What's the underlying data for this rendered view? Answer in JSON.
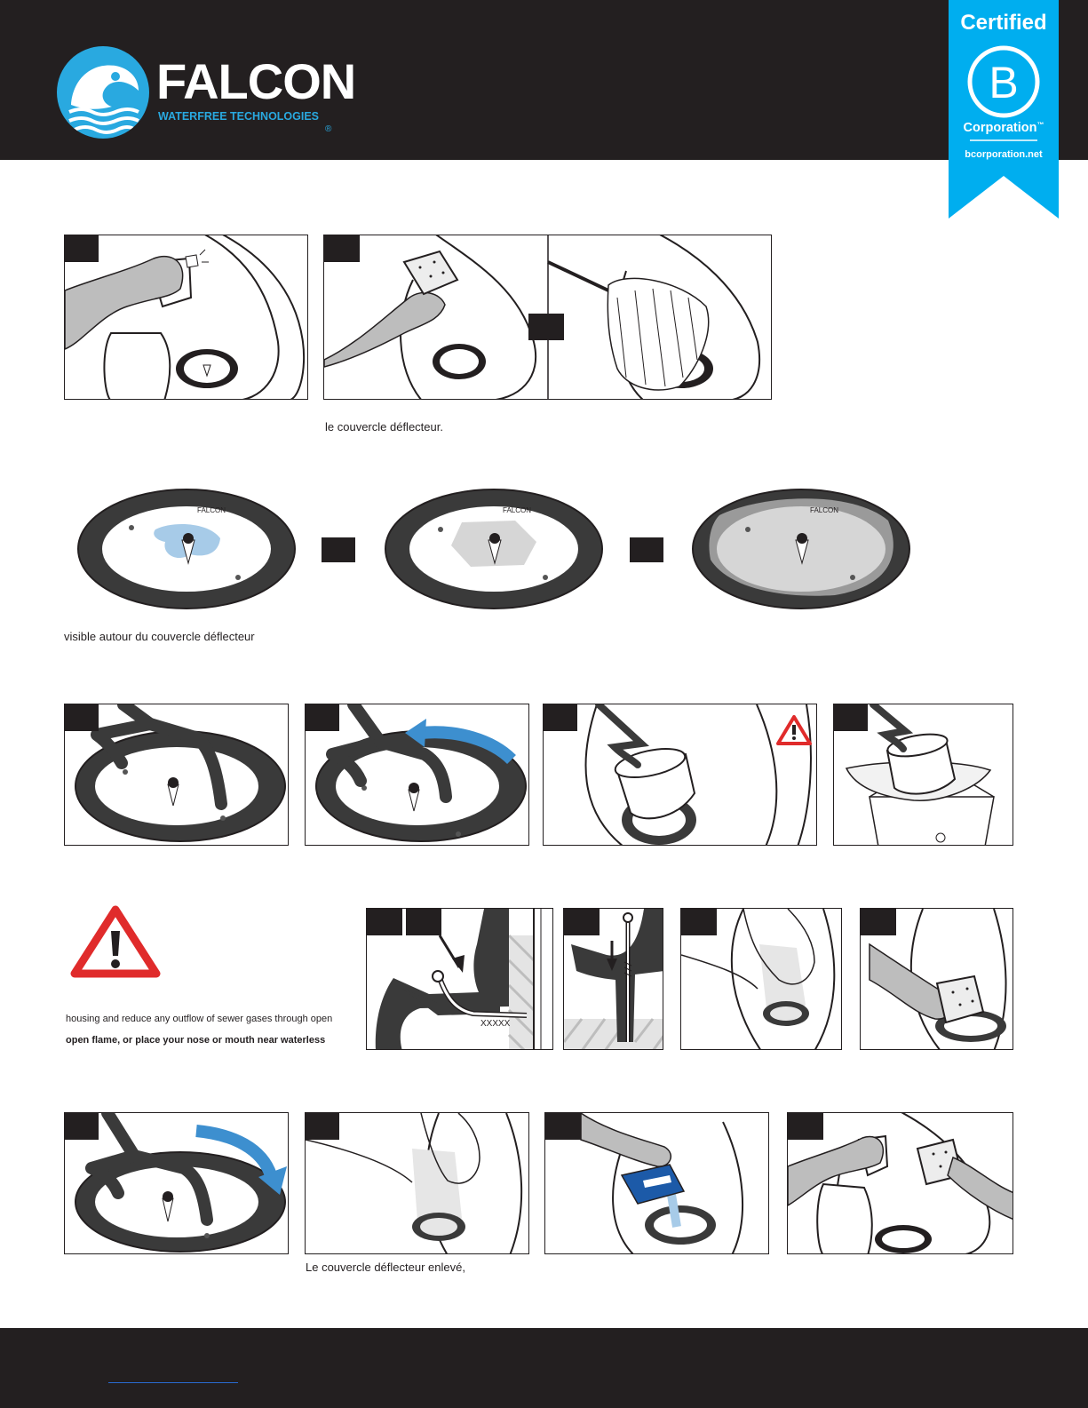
{
  "brand": {
    "name": "FALCON",
    "tagline": "WATERFREE TECHNOLOGIES",
    "registered": "®"
  },
  "certification": {
    "top": "Certified",
    "letter": "B",
    "bottom": "Corporation",
    "trademark": "™",
    "url": "bcorporation.net"
  },
  "captions": {
    "step1": "le couvercle déflecteur.",
    "step2": "visible autour du couvercle déflecteur",
    "warning_line1": "housing and reduce any outflow of sewer gases through open",
    "warning_line2": "open flame, or place your nose or mouth near waterless",
    "step5": "Le couvercle déflecteur enlevé,"
  },
  "diagram_labels": {
    "cover_brand": "FALCON",
    "seal_marks": "XXXXX"
  },
  "colors": {
    "header": "#231f20",
    "accent_blue": "#29a9e0",
    "bcorp_blue": "#00aeef",
    "warning_red": "#e02b2b",
    "arrow_blue": "#3d8fcf"
  },
  "icons": [
    "falcon-logo-icon",
    "bcorp-ribbon-icon",
    "warning-triangle-icon",
    "curved-arrow-icon"
  ]
}
